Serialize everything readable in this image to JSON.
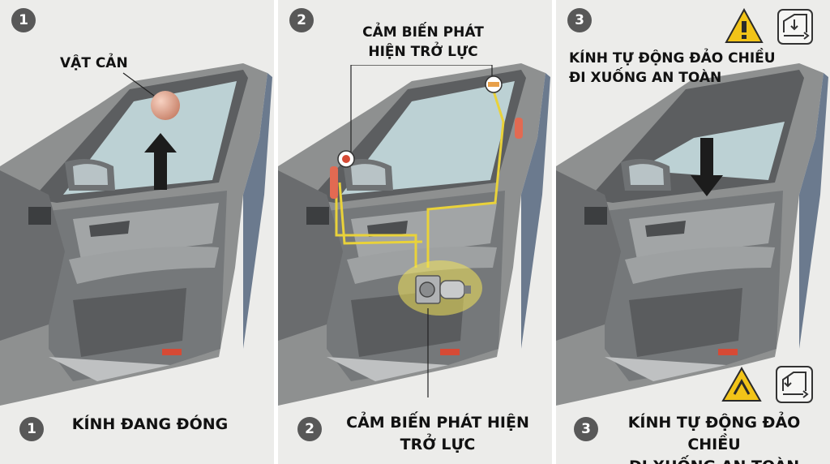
{
  "panels": [
    {
      "number": "1",
      "label": "VẬT CẢN",
      "caption": "KÍNH ĐANG ĐÓNG"
    },
    {
      "number": "2",
      "label_line1": "CẢM BIẾN PHÁT",
      "label_line2": "HIỆN TRỞ LỰC",
      "caption_line1": "CẢM BIẾN PHÁT HIỆN",
      "caption_line2": "TRỞ LỰC"
    },
    {
      "number": "3",
      "label_line1": "KÍNH TỰ ĐỘNG ĐẢO CHIỀU",
      "label_line2": "ĐI XUỐNG AN TOÀN",
      "caption_line1": "KÍNH TỰ ĐỘNG ĐẢO CHIỀU",
      "caption_line2": "ĐI XUỐNG AN TOÀN"
    }
  ],
  "colors": {
    "door_panel": "#8e9090",
    "door_trim": "#5c5e60",
    "window_glass": "#bcd1d4",
    "sensor_wire": "#e9d23a",
    "obstacle": "#e4a58e",
    "warning_yellow": "#f2c418",
    "badge": "#585858"
  },
  "icons": [
    "warning-triangle-icon",
    "window-down-icon",
    "up-arrow-icon",
    "down-arrow-icon",
    "window-motor-icon"
  ]
}
